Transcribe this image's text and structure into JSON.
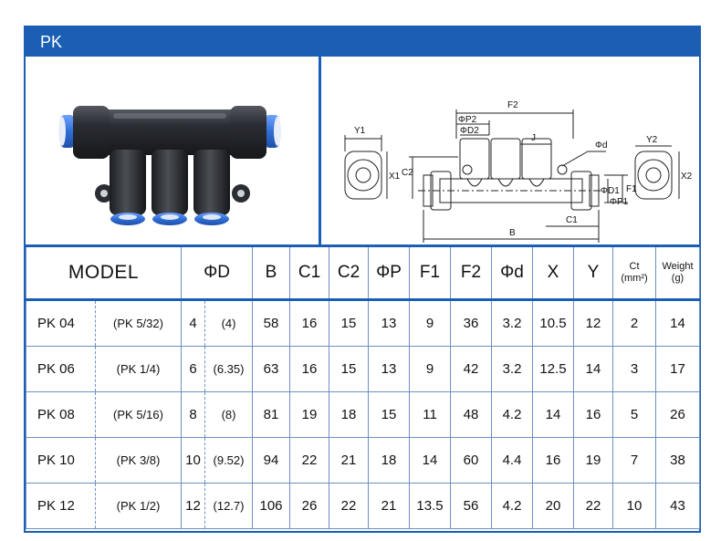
{
  "header": {
    "title": "PK"
  },
  "drawing": {
    "labels": {
      "f2": "F2",
      "p2": "ΦP2",
      "d2": "ΦD2",
      "j": "J",
      "d": "Φd",
      "c2": "C2",
      "y1": "Y1",
      "x1": "X1",
      "d1": "ΦD1",
      "p1": "ΦP1",
      "f1": "F1",
      "y2": "Y2",
      "x2": "X2",
      "c1": "C1",
      "b": "B"
    }
  },
  "table": {
    "headers": {
      "model": "MODEL",
      "od": "ΦD",
      "b": "B",
      "c1": "C1",
      "c2": "C2",
      "op": "ΦP",
      "f1": "F1",
      "f2": "F2",
      "odsmall": "Φd",
      "x": "X",
      "y": "Y",
      "ct_line1": "Ct",
      "ct_line2": "(mm²)",
      "weight_line1": "Weight",
      "weight_line2": "(g)"
    },
    "rows": [
      {
        "model": "PK 04",
        "inch": "(PK 5/32)",
        "d": "4",
        "dmm": "(4)",
        "b": "58",
        "c1": "16",
        "c2": "15",
        "p": "13",
        "f1": "9",
        "f2": "36",
        "ds": "3.2",
        "x": "10.5",
        "y": "12",
        "ct": "2",
        "weight": "14"
      },
      {
        "model": "PK 06",
        "inch": "(PK 1/4)",
        "d": "6",
        "dmm": "(6.35)",
        "b": "63",
        "c1": "16",
        "c2": "15",
        "p": "13",
        "f1": "9",
        "f2": "42",
        "ds": "3.2",
        "x": "12.5",
        "y": "14",
        "ct": "3",
        "weight": "17"
      },
      {
        "model": "PK 08",
        "inch": "(PK 5/16)",
        "d": "8",
        "dmm": "(8)",
        "b": "81",
        "c1": "19",
        "c2": "18",
        "p": "15",
        "f1": "11",
        "f2": "48",
        "ds": "4.2",
        "x": "14",
        "y": "16",
        "ct": "5",
        "weight": "26"
      },
      {
        "model": "PK 10",
        "inch": "(PK 3/8)",
        "d": "10",
        "dmm": "(9.52)",
        "b": "94",
        "c1": "22",
        "c2": "21",
        "p": "18",
        "f1": "14",
        "f2": "60",
        "ds": "4.4",
        "x": "16",
        "y": "19",
        "ct": "7",
        "weight": "38"
      },
      {
        "model": "PK 12",
        "inch": "(PK 1/2)",
        "d": "12",
        "dmm": "(12.7)",
        "b": "106",
        "c1": "26",
        "c2": "22",
        "p": "21",
        "f1": "13.5",
        "f2": "56",
        "ds": "4.2",
        "x": "20",
        "y": "22",
        "ct": "10",
        "weight": "43"
      }
    ]
  },
  "colors": {
    "frame": "#1a5fb4",
    "fitting_body": "#2a2d33",
    "push_ring": "#2f6fd6"
  }
}
